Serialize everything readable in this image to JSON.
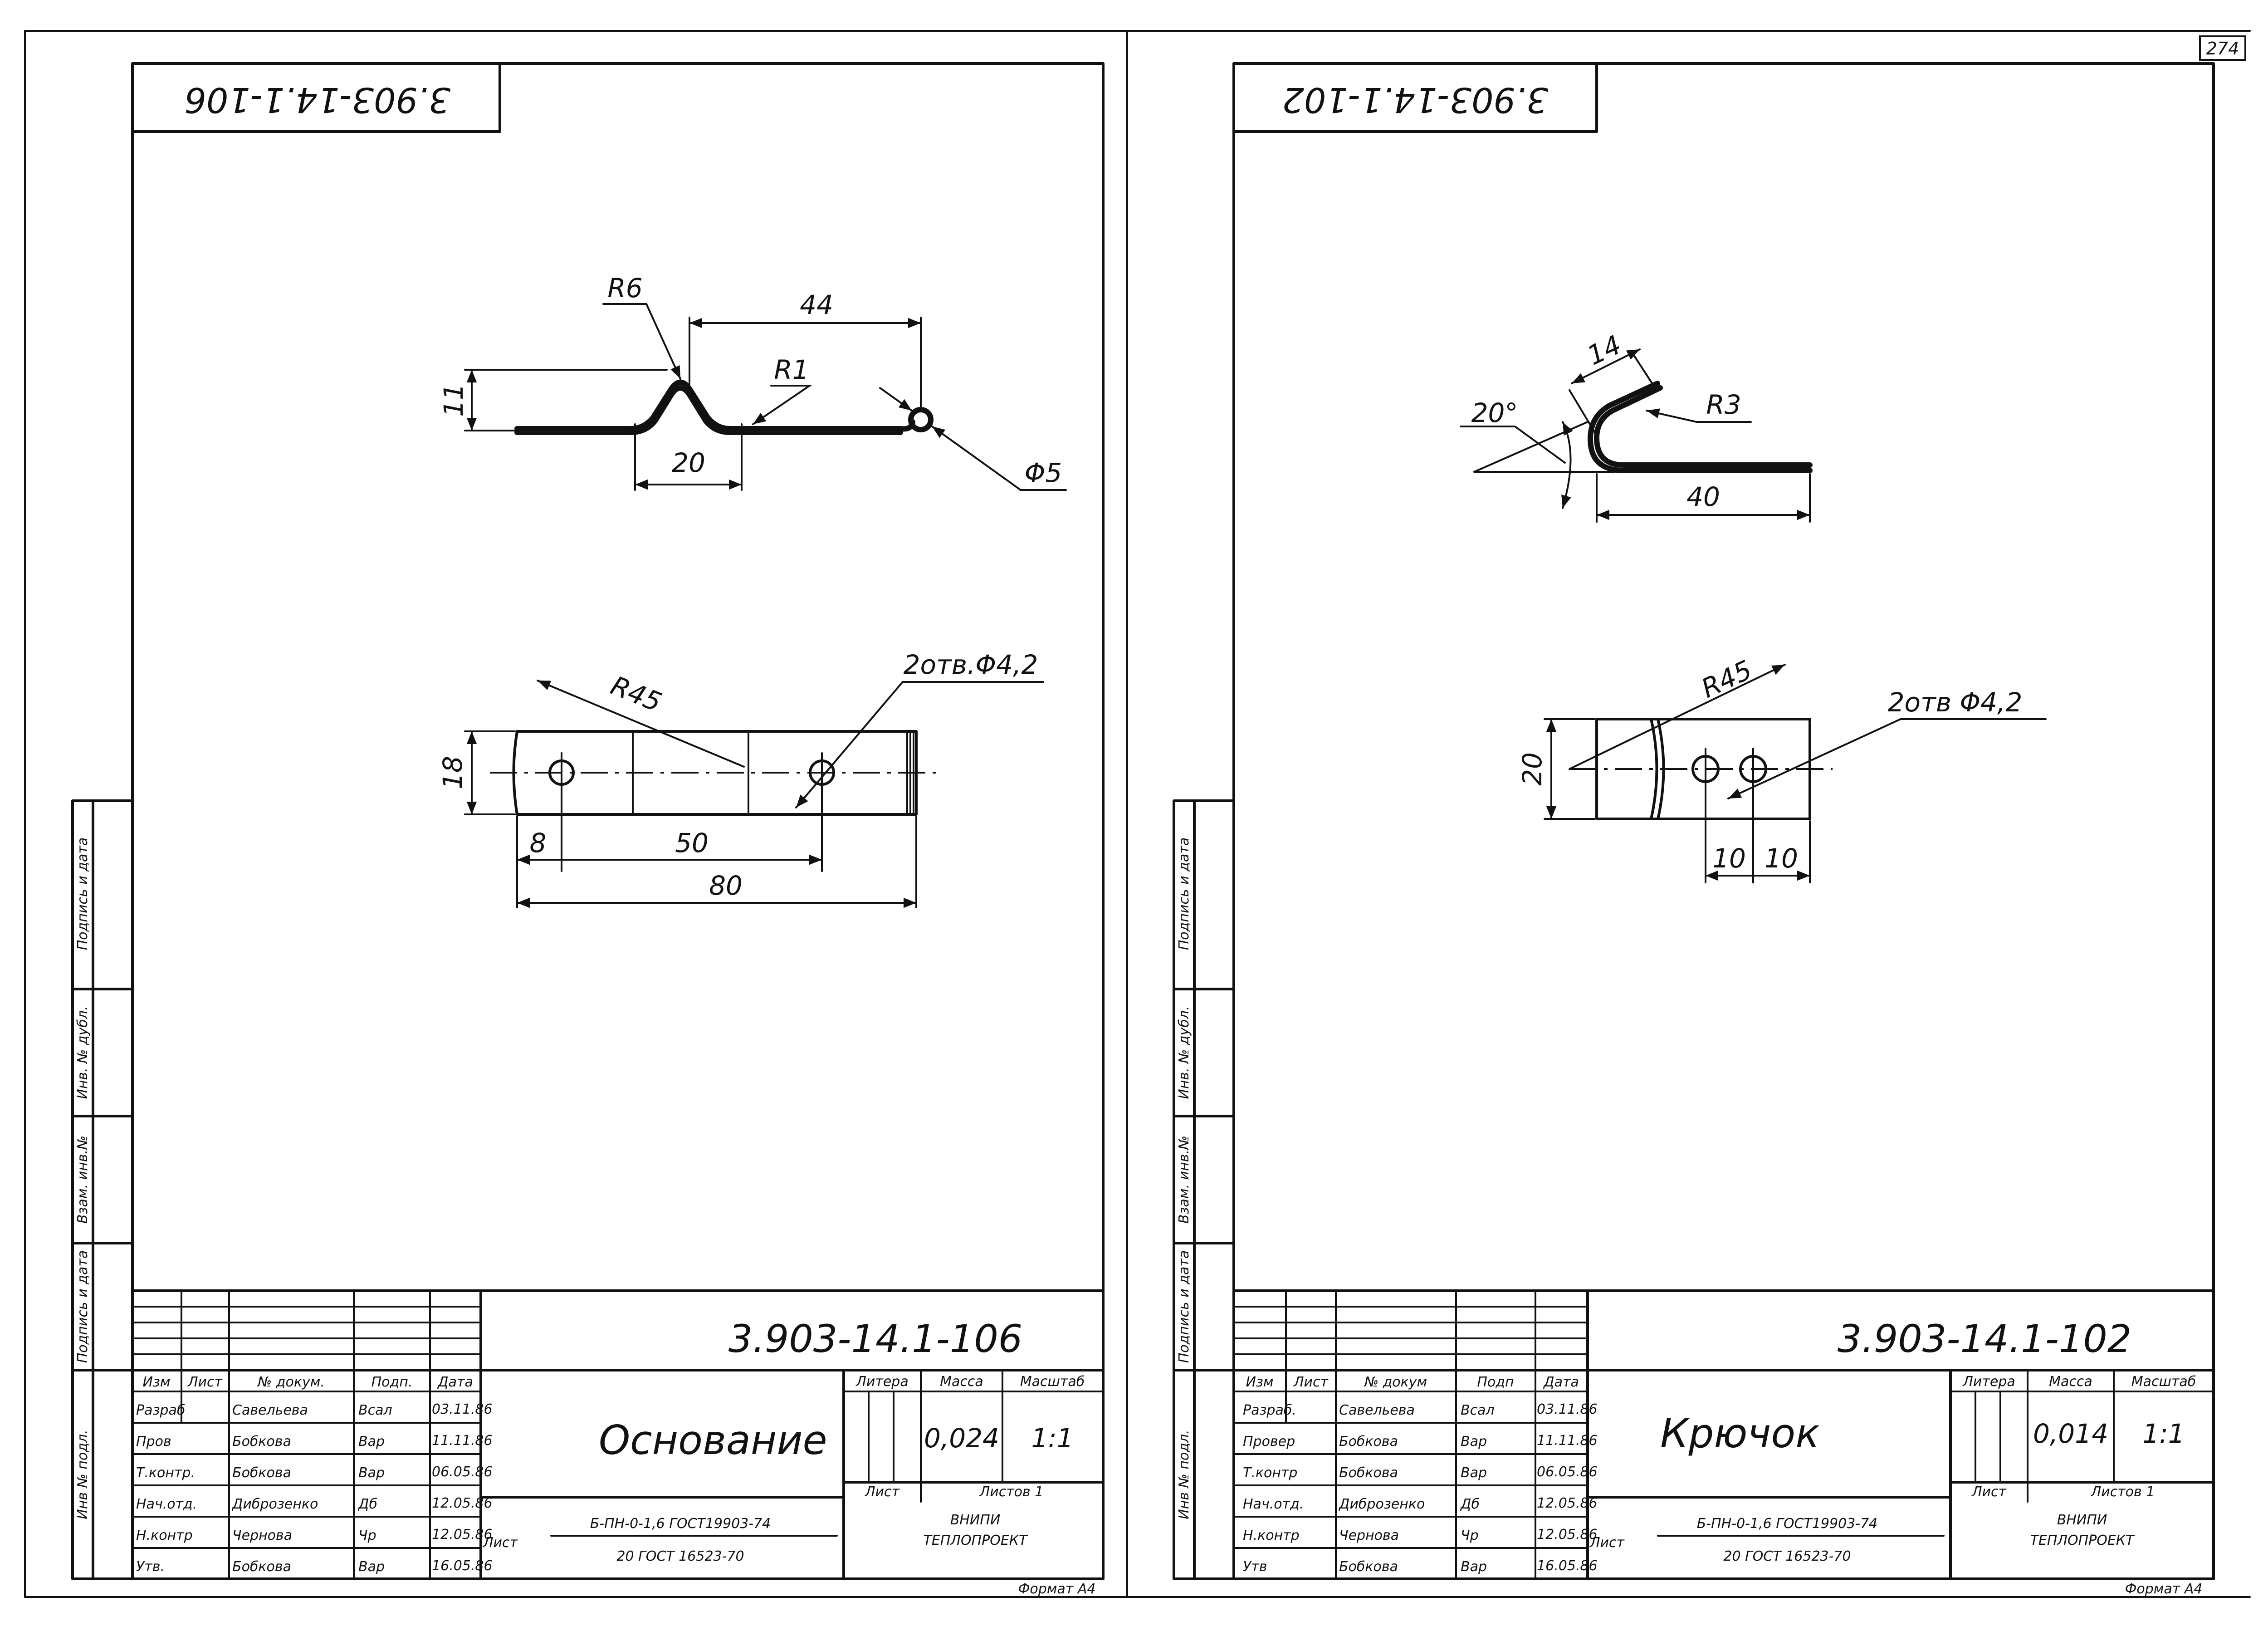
{
  "page_number": "274",
  "side_stamp": {
    "inv_podl": "Инв № подл.",
    "podpis_data_1": "Подпись и дата",
    "vzam_inv": "Взам. инв.№",
    "inv_dubl": "Инв. № дубл.",
    "podpis_data_2": "Подпись и дата"
  },
  "sheets": [
    {
      "doc_number_rotated": "3.903-14.1-106",
      "doc_number": "3.903-14.1-106",
      "part_name": "Основание",
      "mass": "0,024",
      "scale": "1:1",
      "sheet_label": "Лист",
      "sheets_label": "Листов 1",
      "material_label": "Лист",
      "material_top": "Б-ПН-0-1,6 ГОСТ19903-74",
      "material_bottom": "20 ГОСТ 16523-70",
      "org_line1": "ВНИПИ",
      "org_line2": "ТЕПЛОПРОЕКТ",
      "format": "Формат А4",
      "col_headers": [
        "Изм",
        "Лист",
        "№ докум.",
        "Подп.",
        "Дата"
      ],
      "col_litera": "Литера",
      "col_mass": "Масса",
      "col_scale": "Масштаб",
      "roles": [
        {
          "role": "Разраб",
          "name": "Савельева",
          "sign": "Всал",
          "date": "03.11.86"
        },
        {
          "role": "Пров",
          "name": "Бобкова",
          "sign": "Вар",
          "date": "11.11.86"
        },
        {
          "role": "Т.контр.",
          "name": "Бобкова",
          "sign": "Вар",
          "date": "06.05.86"
        },
        {
          "role": "Нач.отд.",
          "name": "Диброзенко",
          "sign": "Дб",
          "date": "12.05.86"
        },
        {
          "role": "Н.контр",
          "name": "Чернова",
          "sign": "Чр",
          "date": "12.05.86"
        },
        {
          "role": "Утв.",
          "name": "Бобкова",
          "sign": "Вар",
          "date": "16.05.86"
        }
      ],
      "dims": {
        "r6": "R6",
        "d44": "44",
        "r1": "R1",
        "d11": "11",
        "d20": "20",
        "phi5": "Φ5",
        "r45": "R45",
        "holes": "2отв.Φ4,2",
        "d18": "18",
        "d8": "8",
        "d50": "50",
        "d80": "80"
      }
    },
    {
      "doc_number_rotated": "3.903-14.1-102",
      "doc_number": "3.903-14.1-102",
      "part_name": "Крючок",
      "mass": "0,014",
      "scale": "1:1",
      "sheet_label": "Лист",
      "sheets_label": "Листов 1",
      "material_label": "Лист",
      "material_top": "Б-ПН-0-1,6 ГОСТ19903-74",
      "material_bottom": "20 ГОСТ 16523-70",
      "org_line1": "ВНИПИ",
      "org_line2": "ТЕПЛОПРОЕКТ",
      "format": "Формат А4",
      "col_headers": [
        "Изм",
        "Лист",
        "№ докум",
        "Подп",
        "Дата"
      ],
      "col_litera": "Литера",
      "col_mass": "Масса",
      "col_scale": "Масштаб",
      "roles": [
        {
          "role": "Разраб.",
          "name": "Савельева",
          "sign": "Всал",
          "date": "03.11.86"
        },
        {
          "role": "Провер",
          "name": "Бобкова",
          "sign": "Вар",
          "date": "11.11.86"
        },
        {
          "role": "Т.контр",
          "name": "Бобкова",
          "sign": "Вар",
          "date": "06.05.86"
        },
        {
          "role": "Нач.отд.",
          "name": "Диброзенко",
          "sign": "Дб",
          "date": "12.05.86"
        },
        {
          "role": "Н.контр",
          "name": "Чернова",
          "sign": "Чр",
          "date": "12.05.86"
        },
        {
          "role": "Утв",
          "name": "Бобкова",
          "sign": "Вар",
          "date": "16.05.86"
        }
      ],
      "dims": {
        "d14": "14",
        "a20": "20°",
        "r3": "R3",
        "d40": "40",
        "r45": "R45",
        "holes": "2отв Φ4,2",
        "d20": "20",
        "d10a": "10",
        "d10b": "10"
      }
    }
  ]
}
